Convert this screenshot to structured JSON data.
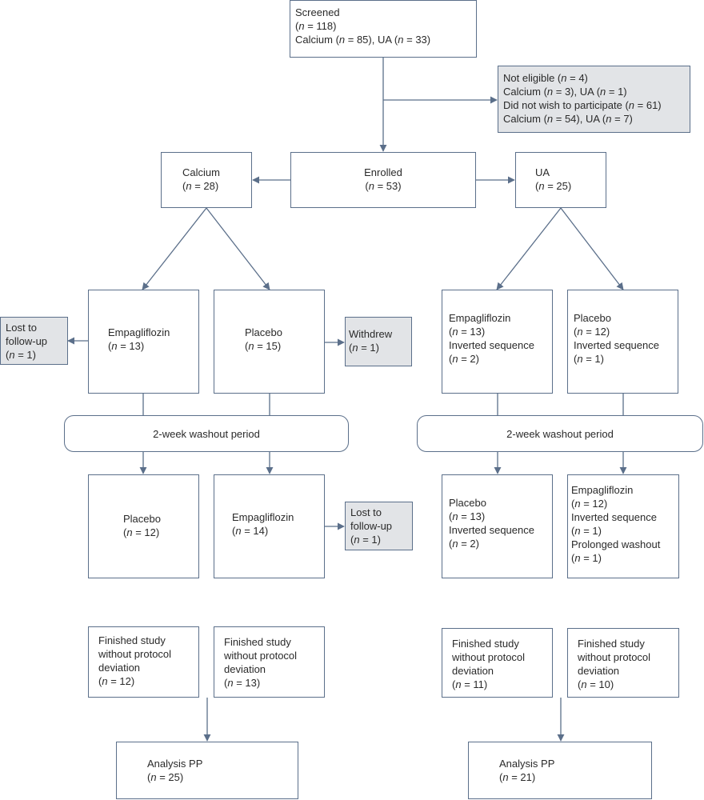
{
  "screened": {
    "title": "Screened",
    "lines": [
      "(n = 118)",
      "Calcium (n = 85), UA (n = 33)"
    ]
  },
  "excluded": {
    "lines": [
      "Not eligible (n = 4)",
      "Calcium (n = 3), UA (n = 1)",
      "Did not wish to participate (n = 61)",
      "Calcium (n = 54), UA (n = 7)"
    ]
  },
  "enrolled": {
    "title": "Enrolled",
    "count": "(n = 53)"
  },
  "calcium": {
    "title": "Calcium",
    "count": "(n = 28)"
  },
  "ua": {
    "title": "UA",
    "count": "(n = 25)"
  },
  "calcium_arm": {
    "empa1": {
      "title": "Empagliflozin",
      "count": "(n = 13)"
    },
    "lost1": {
      "lines": [
        "Lost to",
        "follow-up",
        "(n = 1)"
      ]
    },
    "placebo1": {
      "title": "Placebo",
      "count": "(n = 15)"
    },
    "withdrew": {
      "lines": [
        "Withdrew",
        "(n = 1)"
      ]
    },
    "washout": "2-week washout period",
    "placebo2": {
      "title": "Placebo",
      "count": "(n = 12)"
    },
    "empa2": {
      "title": "Empagliflozin",
      "count": "(n = 14)"
    },
    "lost2": {
      "lines": [
        "Lost to",
        "follow-up",
        "(n = 1)"
      ]
    },
    "finished1": {
      "lines": [
        "Finished study",
        "without protocol",
        "deviation",
        "(n = 12)"
      ]
    },
    "finished2": {
      "lines": [
        "Finished study",
        "without protocol",
        "deviation",
        "(n = 13)"
      ]
    },
    "analysis": {
      "lines": [
        "Analysis PP",
        "(n = 25)"
      ]
    }
  },
  "ua_arm": {
    "empa1": {
      "lines": [
        "Empagliflozin",
        "(n = 13)",
        "Inverted sequence",
        "(n = 2)"
      ]
    },
    "placebo1": {
      "lines": [
        "Placebo",
        "(n = 12)",
        "Inverted sequence",
        "(n = 1)"
      ]
    },
    "washout": "2-week washout period",
    "placebo2": {
      "lines": [
        "Placebo",
        "(n = 13)",
        "Inverted sequence",
        "(n = 2)"
      ]
    },
    "empa2": {
      "lines": [
        "Empagliflozin",
        "(n = 12)",
        "Inverted sequence",
        "(n = 1)",
        "Prolonged washout",
        "(n = 1)"
      ]
    },
    "finished1": {
      "lines": [
        "Finished study",
        "without protocol",
        "deviation",
        "(n = 11)"
      ]
    },
    "finished2": {
      "lines": [
        "Finished study",
        "without protocol",
        "deviation",
        "(n = 10)"
      ]
    },
    "analysis": {
      "lines": [
        "Analysis PP",
        "(n = 21)"
      ]
    }
  },
  "colors": {
    "line": "#5b6f8a",
    "grey_fill": "#e2e4e7"
  }
}
